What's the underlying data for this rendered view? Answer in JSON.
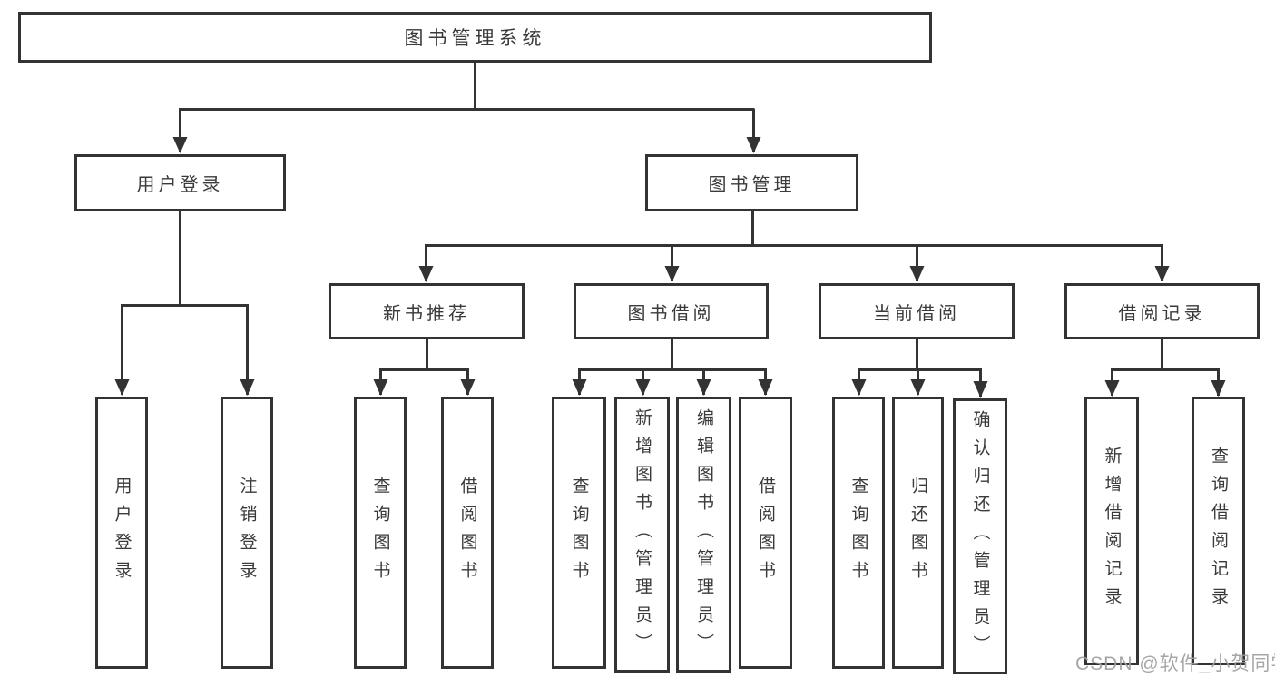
{
  "diagram": {
    "root": {
      "label": "图书管理系统"
    },
    "branches": [
      {
        "label": "用户登录",
        "leaves": [
          {
            "label": "用户登录"
          },
          {
            "label": "注销登录"
          }
        ]
      },
      {
        "label": "图书管理",
        "groups": [
          {
            "label": "新书推荐",
            "leaves": [
              {
                "label": "查询图书"
              },
              {
                "label": "借阅图书"
              }
            ]
          },
          {
            "label": "图书借阅",
            "leaves": [
              {
                "label": "查询图书"
              },
              {
                "label": "新增图书（管理员）"
              },
              {
                "label": "编辑图书（管理员）"
              },
              {
                "label": "借阅图书"
              }
            ]
          },
          {
            "label": "当前借阅",
            "leaves": [
              {
                "label": "查询图书"
              },
              {
                "label": "归还图书"
              },
              {
                "label": "确认归还（管理员）"
              }
            ]
          },
          {
            "label": "借阅记录",
            "leaves": [
              {
                "label": "新增借阅记录"
              },
              {
                "label": "查询借阅记录"
              }
            ]
          }
        ]
      }
    ]
  },
  "watermark": {
    "text": "CSDN @软件_小贺同学"
  },
  "colors": {
    "line": "#333333",
    "box_border": "#333333",
    "text": "#3a3a3a",
    "background": "#ffffff",
    "watermark": "#9e9e9e"
  }
}
